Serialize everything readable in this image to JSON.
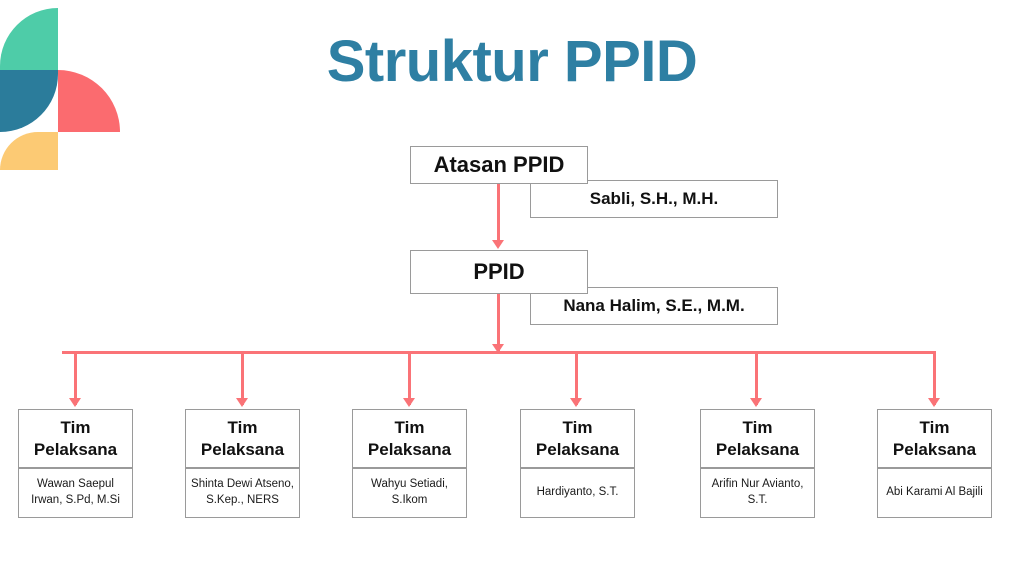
{
  "page": {
    "title": "Struktur PPID",
    "background_color": "#ffffff",
    "title_color": "#2e7fa3",
    "connector_color": "#fa7377",
    "box_border_color": "#9a9a9a"
  },
  "logo": {
    "name": "decorative-quarter-circles-logo",
    "colors": {
      "green": "#4ecca8",
      "teal": "#2b7c9b",
      "coral": "#fb6b6f",
      "yellow": "#fcca74"
    }
  },
  "chart_data": {
    "type": "diagram",
    "title": "Struktur PPID",
    "nodes": [
      {
        "id": "atasan",
        "role": "Atasan PPID",
        "person": "Sabli, S.H., M.H.",
        "level": 0
      },
      {
        "id": "ppid",
        "role": "PPID",
        "person": "Nana Halim, S.E., M.M.",
        "level": 1
      },
      {
        "id": "tim1",
        "role": "Tim Pelaksana",
        "person": "Wawan Saepul Irwan, S.Pd, M.Si",
        "level": 2
      },
      {
        "id": "tim2",
        "role": "Tim Pelaksana",
        "person": "Shinta Dewi Atseno, S.Kep., NERS",
        "level": 2
      },
      {
        "id": "tim3",
        "role": "Tim Pelaksana",
        "person": "Wahyu Setiadi, S.Ikom",
        "level": 2
      },
      {
        "id": "tim4",
        "role": "Tim Pelaksana",
        "person": "Hardiyanto, S.T.",
        "level": 2
      },
      {
        "id": "tim5",
        "role": "Tim Pelaksana",
        "person": "Arifin Nur Avianto, S.T.",
        "level": 2
      },
      {
        "id": "tim6",
        "role": "Tim Pelaksana",
        "person": "Abi Karami Al Bajili",
        "level": 2
      }
    ],
    "edges": [
      {
        "from": "atasan",
        "to": "ppid"
      },
      {
        "from": "ppid",
        "to": "tim1"
      },
      {
        "from": "ppid",
        "to": "tim2"
      },
      {
        "from": "ppid",
        "to": "tim3"
      },
      {
        "from": "ppid",
        "to": "tim4"
      },
      {
        "from": "ppid",
        "to": "tim5"
      },
      {
        "from": "ppid",
        "to": "tim6"
      }
    ]
  },
  "top": {
    "atasan_role": "Atasan PPID",
    "atasan_person": "Sabli, S.H., M.H.",
    "ppid_role": "PPID",
    "ppid_person": "Nana Halim, S.E., M.M."
  },
  "teams": [
    {
      "role_line1": "Tim",
      "role_line2": "Pelaksana",
      "person": "Wawan Saepul Irwan, S.Pd, M.Si"
    },
    {
      "role_line1": "Tim",
      "role_line2": "Pelaksana",
      "person": "Shinta Dewi Atseno, S.Kep., NERS"
    },
    {
      "role_line1": "Tim",
      "role_line2": "Pelaksana",
      "person": "Wahyu Setiadi, S.Ikom"
    },
    {
      "role_line1": "Tim",
      "role_line2": "Pelaksana",
      "person": "Hardiyanto, S.T."
    },
    {
      "role_line1": "Tim",
      "role_line2": "Pelaksana",
      "person": "Arifin Nur Avianto, S.T."
    },
    {
      "role_line1": "Tim",
      "role_line2": "Pelaksana",
      "person": "Abi Karami Al Bajili"
    }
  ]
}
